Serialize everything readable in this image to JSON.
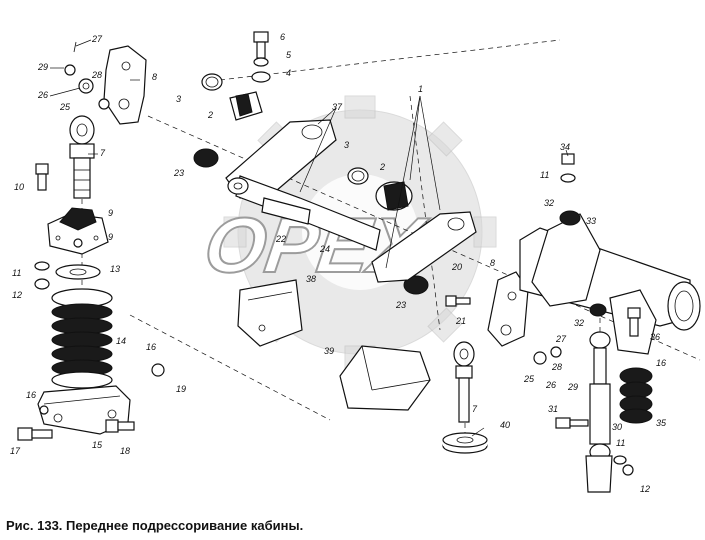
{
  "caption": "Рис. 133. Переднее подрессоривание кабины.",
  "watermark": "OPEX",
  "callouts": [
    {
      "id": "27a",
      "text": "27"
    },
    {
      "id": "29a",
      "text": "29"
    },
    {
      "id": "28a",
      "text": "28"
    },
    {
      "id": "26a",
      "text": "26"
    },
    {
      "id": "25a",
      "text": "25"
    },
    {
      "id": "8a",
      "text": "8"
    },
    {
      "id": "7a",
      "text": "7"
    },
    {
      "id": "10",
      "text": "10"
    },
    {
      "id": "9a",
      "text": "9"
    },
    {
      "id": "9b",
      "text": "9"
    },
    {
      "id": "11a",
      "text": "11"
    },
    {
      "id": "13",
      "text": "13"
    },
    {
      "id": "12a",
      "text": "12"
    },
    {
      "id": "14",
      "text": "14"
    },
    {
      "id": "16a",
      "text": "16"
    },
    {
      "id": "19",
      "text": "19"
    },
    {
      "id": "16b",
      "text": "16"
    },
    {
      "id": "15",
      "text": "15"
    },
    {
      "id": "17",
      "text": "17"
    },
    {
      "id": "18",
      "text": "18"
    },
    {
      "id": "6",
      "text": "6"
    },
    {
      "id": "5",
      "text": "5"
    },
    {
      "id": "4",
      "text": "4"
    },
    {
      "id": "3a",
      "text": "3"
    },
    {
      "id": "2a",
      "text": "2"
    },
    {
      "id": "37",
      "text": "37"
    },
    {
      "id": "23a",
      "text": "23"
    },
    {
      "id": "22",
      "text": "22"
    },
    {
      "id": "24",
      "text": "24"
    },
    {
      "id": "38",
      "text": "38"
    },
    {
      "id": "1",
      "text": "1"
    },
    {
      "id": "3b",
      "text": "3"
    },
    {
      "id": "2b",
      "text": "2"
    },
    {
      "id": "20",
      "text": "20"
    },
    {
      "id": "23b",
      "text": "23"
    },
    {
      "id": "21",
      "text": "21"
    },
    {
      "id": "8b",
      "text": "8"
    },
    {
      "id": "39",
      "text": "39"
    },
    {
      "id": "7b",
      "text": "7"
    },
    {
      "id": "40",
      "text": "40"
    },
    {
      "id": "34",
      "text": "34"
    },
    {
      "id": "11b",
      "text": "11"
    },
    {
      "id": "32a",
      "text": "32"
    },
    {
      "id": "33",
      "text": "33"
    },
    {
      "id": "32b",
      "text": "32"
    },
    {
      "id": "36",
      "text": "36"
    },
    {
      "id": "16c",
      "text": "16"
    },
    {
      "id": "27b",
      "text": "27"
    },
    {
      "id": "28b",
      "text": "28"
    },
    {
      "id": "25b",
      "text": "25"
    },
    {
      "id": "26b",
      "text": "26"
    },
    {
      "id": "29b",
      "text": "29"
    },
    {
      "id": "35",
      "text": "35"
    },
    {
      "id": "30",
      "text": "30"
    },
    {
      "id": "31",
      "text": "31"
    },
    {
      "id": "11c",
      "text": "11"
    },
    {
      "id": "12b",
      "text": "12"
    }
  ]
}
